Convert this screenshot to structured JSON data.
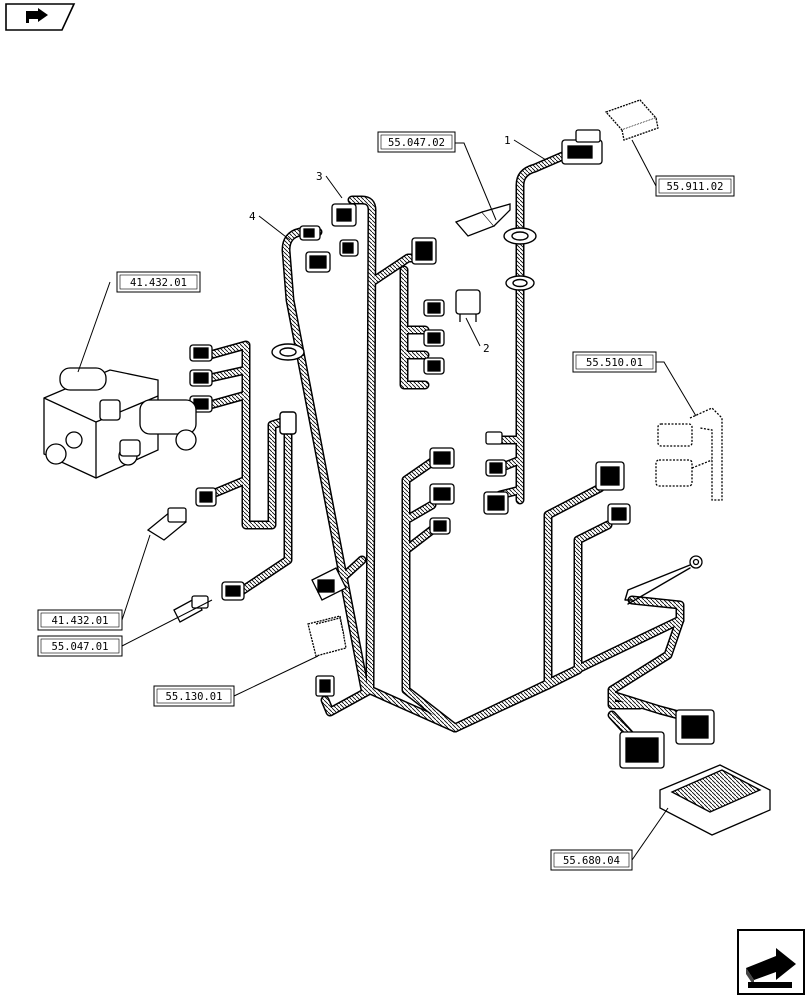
{
  "references": {
    "r_55_047_02": "55.047.02",
    "r_55_911_02": "55.911.02",
    "r_41_432_01_top": "41.432.01",
    "r_55_510_01": "55.510.01",
    "r_41_432_01_bottom": "41.432.01",
    "r_55_047_01": "55.047.01",
    "r_55_130_01": "55.130.01",
    "r_55_680_04": "55.680.04"
  },
  "callouts": {
    "n1": "1",
    "n2": "2",
    "n3": "3",
    "n4": "4"
  },
  "icons": {
    "top_nav": "back-arrow-icon",
    "bottom_nav": "next-page-arrow-icon"
  }
}
